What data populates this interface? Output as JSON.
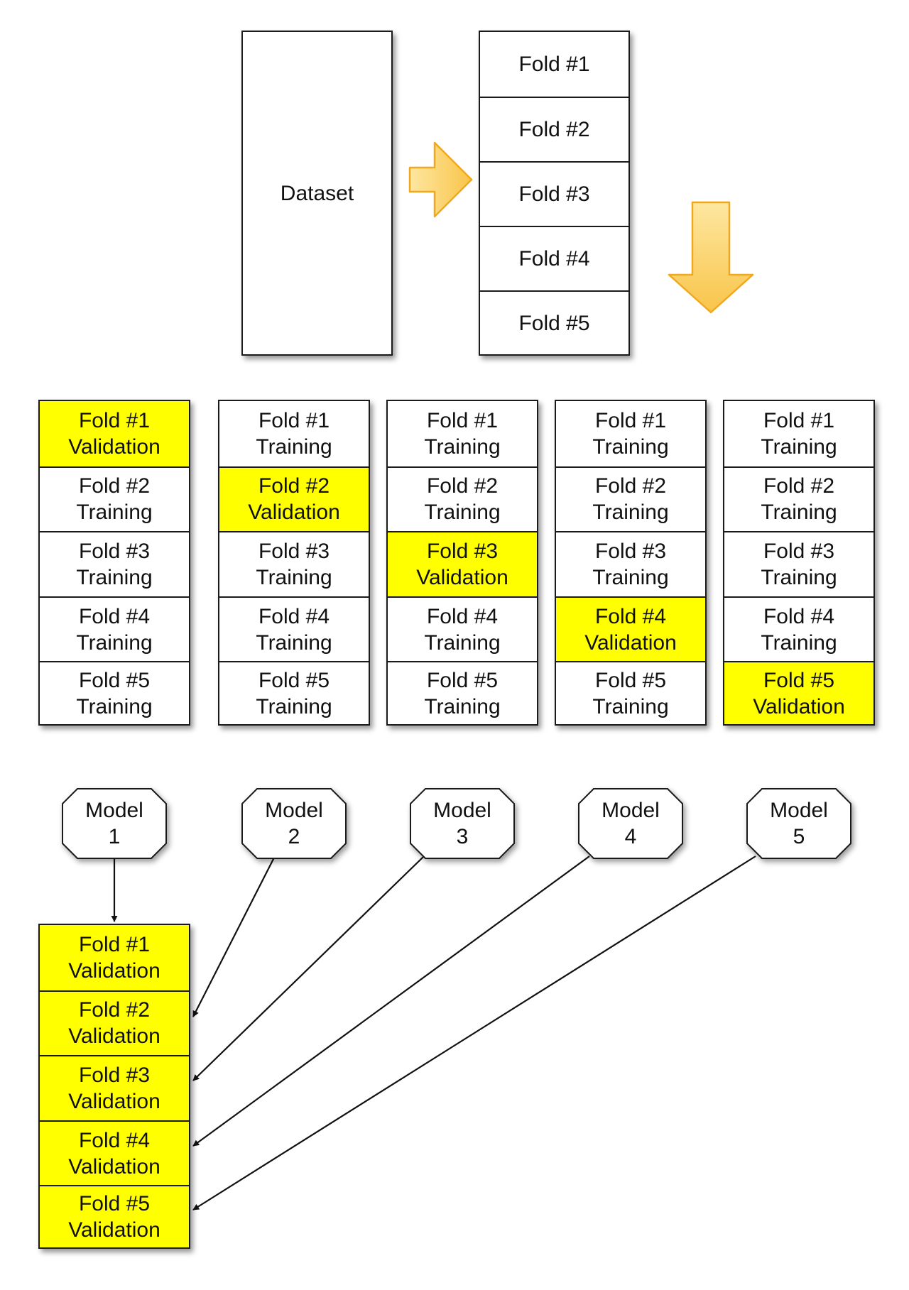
{
  "dataset": {
    "label": "Dataset"
  },
  "folds": [
    "Fold #1",
    "Fold #2",
    "Fold #3",
    "Fold #4",
    "Fold #5"
  ],
  "splits": [
    {
      "cells": [
        {
          "fold": "Fold #1",
          "role": "Validation",
          "highlight": true
        },
        {
          "fold": "Fold #2",
          "role": "Training",
          "highlight": false
        },
        {
          "fold": "Fold #3",
          "role": "Training",
          "highlight": false
        },
        {
          "fold": "Fold #4",
          "role": "Training",
          "highlight": false
        },
        {
          "fold": "Fold #5",
          "role": "Training",
          "highlight": false
        }
      ]
    },
    {
      "cells": [
        {
          "fold": "Fold #1",
          "role": "Training",
          "highlight": false
        },
        {
          "fold": "Fold #2",
          "role": "Validation",
          "highlight": true
        },
        {
          "fold": "Fold #3",
          "role": "Training",
          "highlight": false
        },
        {
          "fold": "Fold #4",
          "role": "Training",
          "highlight": false
        },
        {
          "fold": "Fold #5",
          "role": "Training",
          "highlight": false
        }
      ]
    },
    {
      "cells": [
        {
          "fold": "Fold #1",
          "role": "Training",
          "highlight": false
        },
        {
          "fold": "Fold #2",
          "role": "Training",
          "highlight": false
        },
        {
          "fold": "Fold #3",
          "role": "Validation",
          "highlight": true
        },
        {
          "fold": "Fold #4",
          "role": "Training",
          "highlight": false
        },
        {
          "fold": "Fold #5",
          "role": "Training",
          "highlight": false
        }
      ]
    },
    {
      "cells": [
        {
          "fold": "Fold #1",
          "role": "Training",
          "highlight": false
        },
        {
          "fold": "Fold #2",
          "role": "Training",
          "highlight": false
        },
        {
          "fold": "Fold #3",
          "role": "Training",
          "highlight": false
        },
        {
          "fold": "Fold #4",
          "role": "Validation",
          "highlight": true
        },
        {
          "fold": "Fold #5",
          "role": "Training",
          "highlight": false
        }
      ]
    },
    {
      "cells": [
        {
          "fold": "Fold #1",
          "role": "Training",
          "highlight": false
        },
        {
          "fold": "Fold #2",
          "role": "Training",
          "highlight": false
        },
        {
          "fold": "Fold #3",
          "role": "Training",
          "highlight": false
        },
        {
          "fold": "Fold #4",
          "role": "Training",
          "highlight": false
        },
        {
          "fold": "Fold #5",
          "role": "Validation",
          "highlight": true
        }
      ]
    }
  ],
  "models": [
    {
      "line1": "Model",
      "line2": "1"
    },
    {
      "line1": "Model",
      "line2": "2"
    },
    {
      "line1": "Model",
      "line2": "3"
    },
    {
      "line1": "Model",
      "line2": "4"
    },
    {
      "line1": "Model",
      "line2": "5"
    }
  ],
  "results": [
    {
      "fold": "Fold #1",
      "role": "Validation"
    },
    {
      "fold": "Fold #2",
      "role": "Validation"
    },
    {
      "fold": "Fold #3",
      "role": "Validation"
    },
    {
      "fold": "Fold #4",
      "role": "Validation"
    },
    {
      "fold": "Fold #5",
      "role": "Validation"
    }
  ],
  "colors": {
    "validation_highlight": "#ffff00",
    "block_arrow_fill": "#fdd26a",
    "block_arrow_stroke": "#f0a81f",
    "border": "#1a1a1a"
  }
}
